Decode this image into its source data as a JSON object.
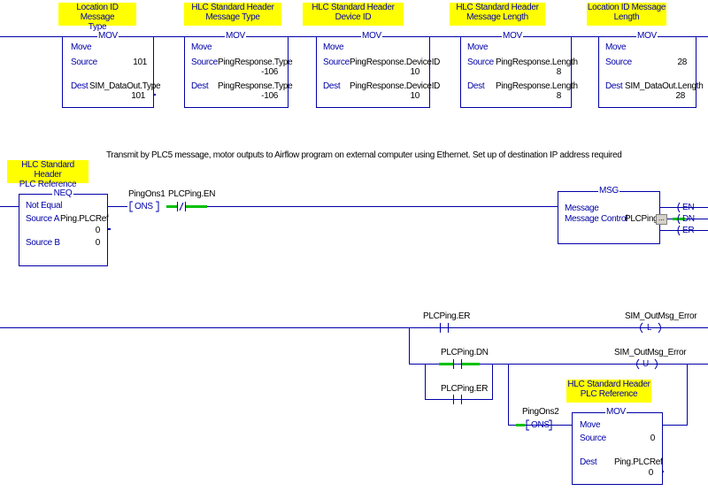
{
  "rung1": {
    "blocks": [
      {
        "comment": [
          "Location ID Message",
          "Type"
        ],
        "instr": "MOV",
        "name": "Move",
        "rows": [
          {
            "label": "Source",
            "tag": "",
            "value": "101"
          },
          {
            "label": "Dest",
            "tag": "SIM_DataOut.Type",
            "value": "101"
          }
        ]
      },
      {
        "comment": [
          "HLC Standard Header",
          "Message Type"
        ],
        "instr": "MOV",
        "name": "Move",
        "rows": [
          {
            "label": "Source",
            "tag": "PingResponse.Type",
            "value": "-106"
          },
          {
            "label": "Dest",
            "tag": "PingResponse.Type",
            "value": "-106"
          }
        ]
      },
      {
        "comment": [
          "HLC Standard Header",
          "Device ID"
        ],
        "instr": "MOV",
        "name": "Move",
        "rows": [
          {
            "label": "Source",
            "tag": "PingResponse.DeviceID",
            "value": "10"
          },
          {
            "label": "Dest",
            "tag": "PingResponse.DeviceID",
            "value": "10"
          }
        ]
      },
      {
        "comment": [
          "HLC Standard Header",
          "Message Length"
        ],
        "instr": "MOV",
        "name": "Move",
        "rows": [
          {
            "label": "Source",
            "tag": "PingResponse.Length",
            "value": "8"
          },
          {
            "label": "Dest",
            "tag": "PingResponse.Length",
            "value": "8"
          }
        ]
      },
      {
        "comment": [
          "Location ID Message",
          "Length"
        ],
        "instr": "MOV",
        "name": "Move",
        "rows": [
          {
            "label": "Source",
            "tag": "",
            "value": "28"
          },
          {
            "label": "Dest",
            "tag": "SIM_DataOut.Length",
            "value": "28"
          }
        ]
      }
    ]
  },
  "rung2": {
    "comment": "Transmit by PLC5 message, motor outputs to Airflow program on external computer using Ethernet. Set up of destination IP address required",
    "neq": {
      "comment": [
        "HLC Standard Header",
        "PLC Reference"
      ],
      "instr": "NEQ",
      "name": "Not Equal",
      "source_a_label": "Source A",
      "source_a_tag": "Ping.PLCRef",
      "source_a_value": "0",
      "source_b_label": "Source B",
      "source_b_value": "0"
    },
    "ons": {
      "tag": "PingOns1",
      "label": "ONS"
    },
    "xio": {
      "tag": "PLCPing.EN",
      "symbol": "/"
    },
    "msg": {
      "instr": "MSG",
      "message_label": "Message",
      "control_label": "Message Control",
      "control_tag": "PLCPing",
      "button": "...",
      "outputs": [
        "EN",
        "DN",
        "ER"
      ]
    }
  },
  "rung3": {
    "xic_er": "PLCPing.ER",
    "xic_dn": "PLCPing.DN",
    "xic_er2": "PLCPing.ER",
    "coil_l": {
      "tag": "SIM_OutMsg_Error",
      "symbol": "L"
    },
    "coil_u": {
      "tag": "SIM_OutMsg_Error",
      "symbol": "U"
    },
    "ons": {
      "tag": "PingOns2",
      "label": "ONS"
    },
    "mov": {
      "comment": [
        "HLC Standard Header",
        "PLC Reference"
      ],
      "instr": "MOV",
      "name": "Move",
      "rows": [
        {
          "label": "Source",
          "tag": "",
          "value": "0"
        },
        {
          "label": "Dest",
          "tag": "Ping.PLCRef",
          "value": "0"
        }
      ]
    }
  },
  "colors": {
    "wire": "#0000a8",
    "energized": "#00c000",
    "comment_bg": "#ffff00"
  }
}
